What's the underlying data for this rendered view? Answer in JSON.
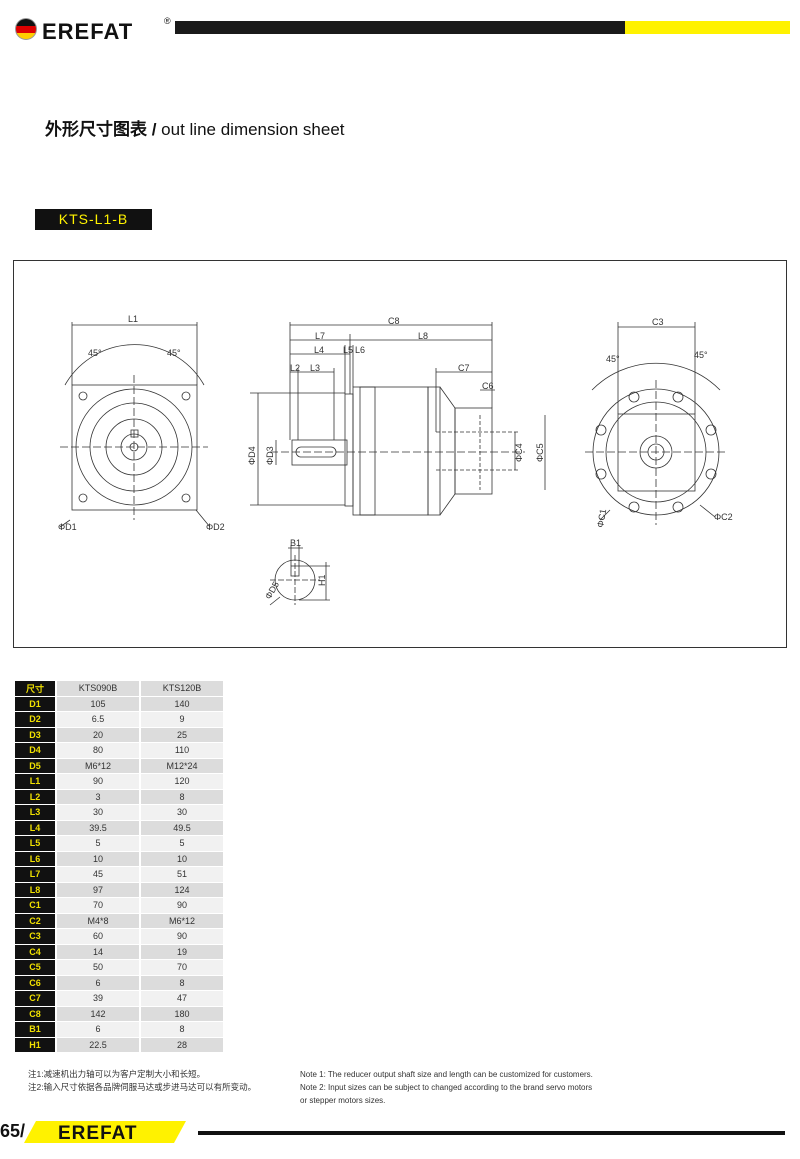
{
  "brand": {
    "name": "EREFAT",
    "registered": "®"
  },
  "title": {
    "cn": "外形尺寸图表",
    "sep": " / ",
    "en": "out line dimension sheet"
  },
  "model": "KTS-L1-B",
  "drawing_labels": {
    "L1": "L1",
    "angle": "45°",
    "D1": "ΦD1",
    "D2": "ΦD2",
    "C8": "C8",
    "L7": "L7",
    "L8": "L8",
    "L4": "L4",
    "L5": "L5",
    "L6": "L6",
    "L2": "L2",
    "L3": "L3",
    "C7": "C7",
    "C6": "C6",
    "D4": "ΦD4",
    "D3": "ΦD3",
    "C4": "ΦC4",
    "C5": "ΦC5",
    "C3": "C3",
    "C1": "ΦC1",
    "C2": "ΦC2",
    "B1": "B1",
    "H1": "H1",
    "D5": "ΦD5"
  },
  "table": {
    "header": [
      "尺寸",
      "KTS090B",
      "KTS120B"
    ],
    "rows": [
      [
        "D1",
        "105",
        "140"
      ],
      [
        "D2",
        "6.5",
        "9"
      ],
      [
        "D3",
        "20",
        "25"
      ],
      [
        "D4",
        "80",
        "110"
      ],
      [
        "D5",
        "M6*12",
        "M12*24"
      ],
      [
        "L1",
        "90",
        "120"
      ],
      [
        "L2",
        "3",
        "8"
      ],
      [
        "L3",
        "30",
        "30"
      ],
      [
        "L4",
        "39.5",
        "49.5"
      ],
      [
        "L5",
        "5",
        "5"
      ],
      [
        "L6",
        "10",
        "10"
      ],
      [
        "L7",
        "45",
        "51"
      ],
      [
        "L8",
        "97",
        "124"
      ],
      [
        "C1",
        "70",
        "90"
      ],
      [
        "C2",
        "M4*8",
        "M6*12"
      ],
      [
        "C3",
        "60",
        "90"
      ],
      [
        "C4",
        "14",
        "19"
      ],
      [
        "C5",
        "50",
        "70"
      ],
      [
        "C6",
        "6",
        "8"
      ],
      [
        "C7",
        "39",
        "47"
      ],
      [
        "C8",
        "142",
        "180"
      ],
      [
        "B1",
        "6",
        "8"
      ],
      [
        "H1",
        "22.5",
        "28"
      ]
    ]
  },
  "notes_cn": [
    "注1:减速机出力轴可以为客户定制大小和长短。",
    "注2:输入尺寸依据各品牌伺服马达或步进马达可以有所变动。"
  ],
  "notes_en": [
    "Note 1: The reducer output shaft size and length can be customized for customers.",
    "Note 2: Input sizes can be subject to changed according to the brand servo motors",
    "or stepper motors sizes."
  ],
  "page_number": "65/",
  "colors": {
    "accent": "#fff200",
    "dark": "#111111"
  }
}
